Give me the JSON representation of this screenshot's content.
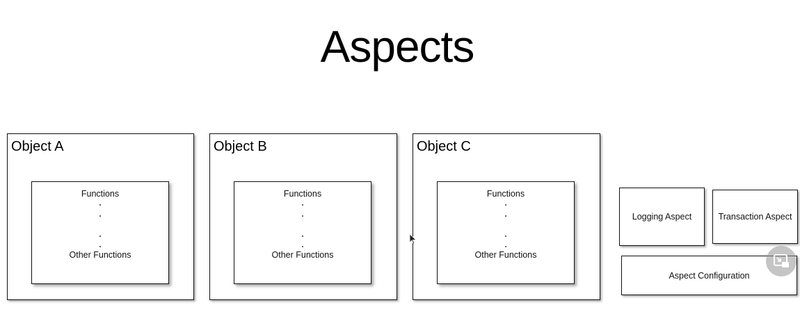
{
  "title": "Aspects",
  "objects": [
    {
      "name": "Object A",
      "functions_label": "Functions",
      "other_label": "Other Functions"
    },
    {
      "name": "Object B",
      "functions_label": "Functions",
      "other_label": "Other Functions"
    },
    {
      "name": "Object C",
      "functions_label": "Functions",
      "other_label": "Other Functions"
    }
  ],
  "aspects": {
    "logging": "Logging Aspect",
    "transaction": "Transaction Aspect",
    "configuration": "Aspect Configuration"
  },
  "overlay": {
    "icon": "picture-in-picture-icon"
  }
}
